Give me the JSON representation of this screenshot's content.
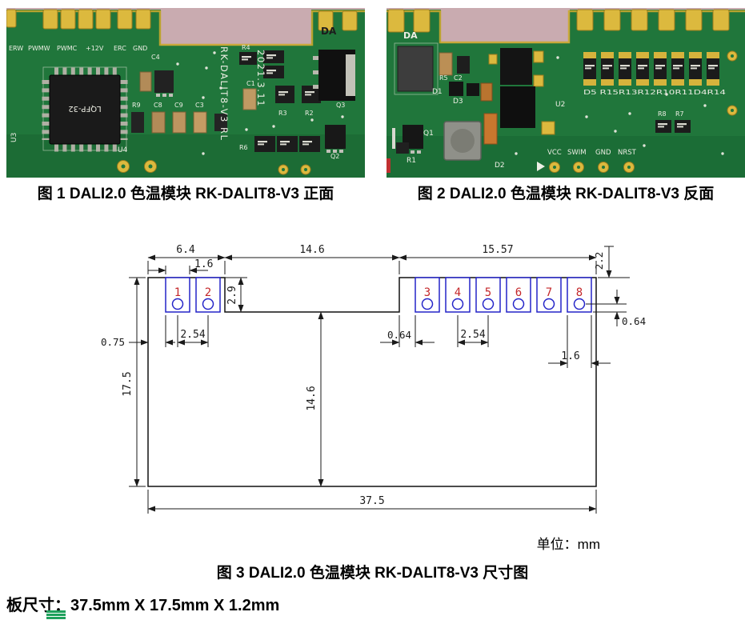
{
  "figures": {
    "fig1_caption": "图 1 DALI2.0 色温模块 RK-DALIT8-V3  正面",
    "fig2_caption": "图 2 DALI2.0 色温模块 RK-DALIT8-V3  反面",
    "fig3_caption": "图 3 DALI2.0 色温模块 RK-DALIT8-V3  尺寸图"
  },
  "footer": {
    "unit_label": "单位：mm",
    "board_size": "板尺寸：37.5mm X 17.5mm X 1.2mm"
  },
  "pcb_front": {
    "top_pad_labels": [
      "ERW",
      "PWMW",
      "PWMC",
      "+12V",
      "ERC",
      "GND"
    ],
    "da_label": "DA",
    "ic_label": "LQFP-32",
    "silk_model": "RK-DALIT8-V3 RL",
    "silk_date": "2021.3.11",
    "refs": {
      "u3": "U3",
      "u4": "U4",
      "c4": "C4",
      "r4": "R4",
      "c1": "C1",
      "r3": "R3",
      "r2": "R2",
      "q3": "Q3",
      "r9": "R9",
      "c8": "C8",
      "c9": "C9",
      "c3": "C3",
      "r6": "R6",
      "q2": "Q2"
    }
  },
  "pcb_back": {
    "da_label": "DA",
    "refs": {
      "r5": "R5",
      "c2": "C2",
      "d1": "D1",
      "d3": "D3",
      "q1": "Q1",
      "r1": "R1",
      "d2": "D2",
      "u2": "U2",
      "resistor_row": "D5 R15R13R12R10R11D4R14",
      "r8": "R8",
      "r7": "R7"
    },
    "bottom_pad_labels": [
      "VCC",
      "SWIM",
      "GND",
      "NRST"
    ]
  },
  "dimension_diagram": {
    "pad_numbers": [
      "1",
      "2",
      "3",
      "4",
      "5",
      "6",
      "7",
      "8"
    ],
    "dims": {
      "top_left": "6.4",
      "top_mid": "14.6",
      "top_right": "15.57",
      "right_top": "2.2",
      "pad_width_left": "1.6",
      "step_height": "2.9",
      "left_margin": "0.75",
      "pitch_left": "2.54",
      "gap_right": "0.64",
      "pitch_right": "2.54",
      "hole_offset_right": "0.64",
      "pad_width_right": "1.6",
      "board_height": "17.5",
      "mid_height": "14.6",
      "board_width": "37.5"
    }
  }
}
